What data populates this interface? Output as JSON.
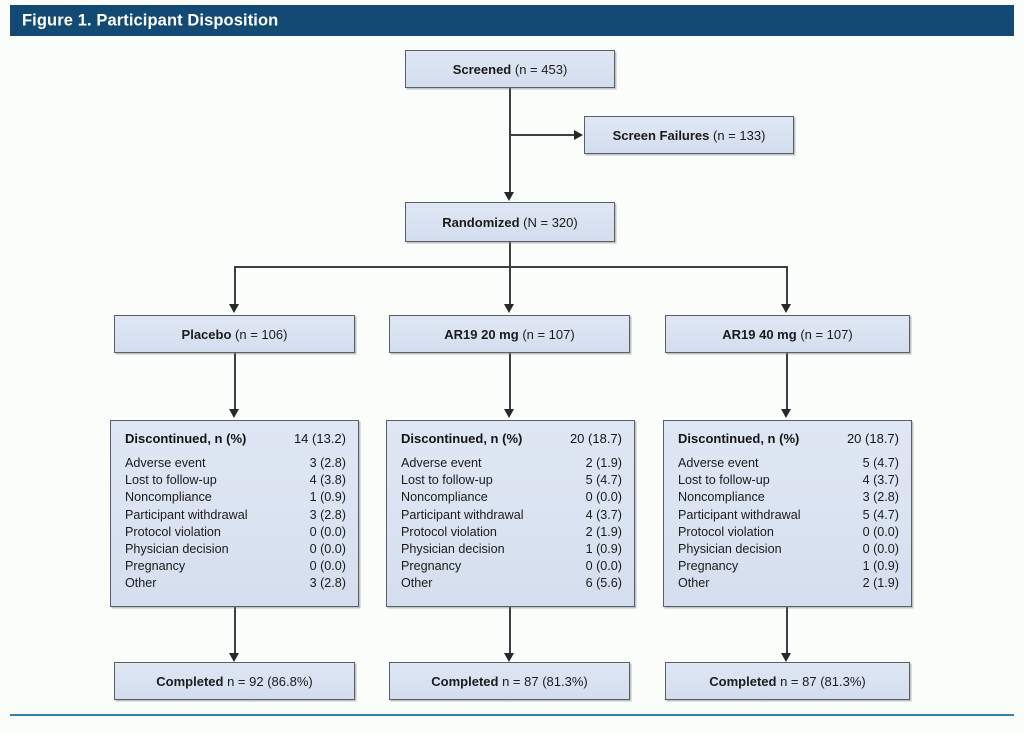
{
  "figure": {
    "title": "Figure 1. Participant Disposition",
    "accent_color": "#134a74",
    "rule_color": "#3d7ea6",
    "box_fill": "#dce4f2",
    "box_border": "#5b5f63",
    "background": "#fbfdfa"
  },
  "nodes": {
    "screened": {
      "label": "Screened",
      "value": "(n = 453)"
    },
    "screen_failures": {
      "label": "Screen Failures",
      "value": "(n = 133)"
    },
    "randomized": {
      "label": "Randomized",
      "value": "(N = 320)"
    },
    "arm_placebo": {
      "label": "Placebo",
      "value": "(n = 106)"
    },
    "arm_ar19_20": {
      "label": "AR19 20 mg",
      "value": "(n = 107)"
    },
    "arm_ar19_40": {
      "label": "AR19 40 mg",
      "value": "(n = 107)"
    }
  },
  "discontinued_header": "Discontinued, n (%)",
  "reason_labels": [
    "Adverse event",
    "Lost to follow-up",
    "Noncompliance",
    "Participant withdrawal",
    "Protocol violation",
    "Physician decision",
    "Pregnancy",
    "Other"
  ],
  "panels": [
    {
      "arm": "Placebo",
      "total": "14 (13.2)",
      "values": [
        "3 (2.8)",
        "4 (3.8)",
        "1 (0.9)",
        "3 (2.8)",
        "0 (0.0)",
        "0 (0.0)",
        "0 (0.0)",
        "3 (2.8)"
      ]
    },
    {
      "arm": "AR19 20 mg",
      "total": "20 (18.7)",
      "values": [
        "2 (1.9)",
        "5 (4.7)",
        "0 (0.0)",
        "4 (3.7)",
        "2 (1.9)",
        "1 (0.9)",
        "0 (0.0)",
        "6 (5.6)"
      ]
    },
    {
      "arm": "AR19 40 mg",
      "total": "20 (18.7)",
      "values": [
        "5 (4.7)",
        "4 (3.7)",
        "3 (2.8)",
        "5 (4.7)",
        "0 (0.0)",
        "0 (0.0)",
        "1 (0.9)",
        "2 (1.9)"
      ]
    }
  ],
  "completed": [
    {
      "label": "Completed",
      "value": "n = 92 (86.8%)"
    },
    {
      "label": "Completed",
      "value": "n = 87 (81.3%)"
    },
    {
      "label": "Completed",
      "value": "n = 87 (81.3%)"
    }
  ]
}
